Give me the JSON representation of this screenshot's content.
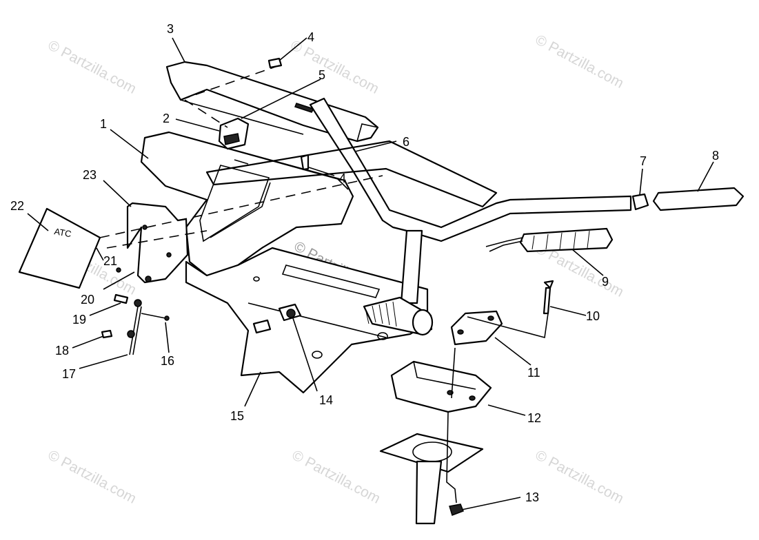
{
  "watermark": {
    "text": "© Partzilla.com"
  },
  "callouts": {
    "c1": "1",
    "c2": "2",
    "c3": "3",
    "c4a": "4",
    "c4b": "4",
    "c5": "5",
    "c6": "6",
    "c7": "7",
    "c8": "8",
    "c9": "9",
    "c10": "10",
    "c11": "11",
    "c12": "12",
    "c13": "13",
    "c14": "14",
    "c15": "15",
    "c16": "16",
    "c17": "17",
    "c18": "18",
    "c19": "19",
    "c20": "20",
    "c21": "21",
    "c22": "22",
    "c23": "23"
  },
  "plate_marking": "ATC"
}
